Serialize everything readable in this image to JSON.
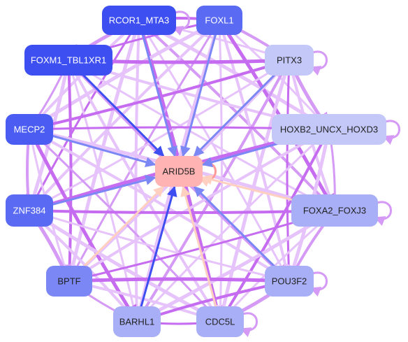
{
  "graph": {
    "center": {
      "id": "ARID5B",
      "label": "ARID5B",
      "fill": "#ffb3b3",
      "text": "#222222"
    },
    "nodes": [
      {
        "id": "RCOR1_MTA3",
        "label": "RCOR1_MTA3",
        "fill": "#3d4ff0",
        "text": "#ffffff"
      },
      {
        "id": "FOXL1",
        "label": "FOXL1",
        "fill": "#5a6af2",
        "text": "#ffffff"
      },
      {
        "id": "FOXM1_TBL1XR1",
        "label": "FOXM1_TBL1XR1",
        "fill": "#3d4ff0",
        "text": "#ffffff"
      },
      {
        "id": "PITX3",
        "label": "PITX3",
        "fill": "#c4c8f8",
        "text": "#222222"
      },
      {
        "id": "MECP2",
        "label": "MECP2",
        "fill": "#4a5cf2",
        "text": "#ffffff"
      },
      {
        "id": "HOXB2_UNCX_HOXD3",
        "label": "HOXB2_UNCX_HOXD3",
        "fill": "#c4c8f8",
        "text": "#222222"
      },
      {
        "id": "ZNF384",
        "label": "ZNF384",
        "fill": "#5a6af2",
        "text": "#ffffff"
      },
      {
        "id": "FOXA2_FOXJ3",
        "label": "FOXA2_FOXJ3",
        "fill": "#a8aff7",
        "text": "#222222"
      },
      {
        "id": "BPTF",
        "label": "BPTF",
        "fill": "#7b87f4",
        "text": "#222222"
      },
      {
        "id": "POU3F2",
        "label": "POU3F2",
        "fill": "#a8aff7",
        "text": "#222222"
      },
      {
        "id": "BARHL1",
        "label": "BARHL1",
        "fill": "#a8aff7",
        "text": "#222222"
      },
      {
        "id": "CDC5L",
        "label": "CDC5L",
        "fill": "#a8aff7",
        "text": "#222222"
      }
    ],
    "colors": {
      "edge_light": "#e6c3fa",
      "edge_mid": "#d59af5",
      "edge_strong": "#c66cf0",
      "edge_to_center_blue": "#7b87f4",
      "edge_to_center_dark": "#3d4ff0",
      "edge_to_center_peach": "#ffd0bf"
    },
    "self_loops": [
      "RCOR1_MTA3",
      "PITX3",
      "HOXB2_UNCX_HOXD3",
      "FOXA2_FOXJ3",
      "POU3F2",
      "CDC5L",
      "ARID5B"
    ]
  }
}
